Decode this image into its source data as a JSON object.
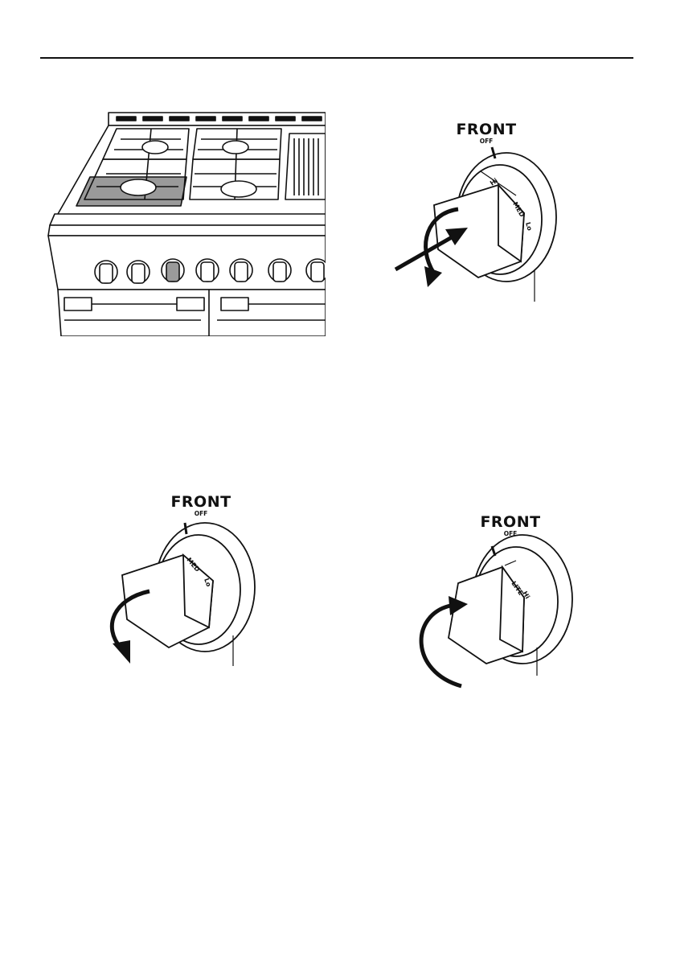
{
  "figure_range": {
    "icons": [
      "range-cooktop-illustration",
      "burner-grate-icon",
      "control-knob-icon",
      "griddle-icon",
      "oven-door-handle-icon"
    ],
    "knob_count": 7
  },
  "figure_knob_push_turn": {
    "front_label": "FRONT",
    "off_label": "OFF",
    "scale_labels": [
      "Hi",
      "MED",
      "Lo"
    ],
    "icons": [
      "push-arrow-icon",
      "rotate-counterclockwise-arrow-icon",
      "knob-bezel-leader-line-icon"
    ]
  },
  "figure_knob_turn": {
    "front_label": "FRONT",
    "off_label": "OFF",
    "scale_labels": [
      "MED",
      "Lo"
    ],
    "icons": [
      "rotate-counterclockwise-arrow-icon",
      "knob-bezel-leader-line-icon"
    ]
  },
  "figure_knob_lite": {
    "front_label": "FRONT",
    "off_label": "OFF",
    "scale_labels": [
      "LITE",
      "Hi"
    ],
    "icons": [
      "rotate-clockwise-arrow-icon",
      "knob-bezel-leader-line-icon"
    ]
  },
  "colors": {
    "line": "#111111",
    "highlight": "#9a9a9a",
    "paper": "#ffffff"
  }
}
